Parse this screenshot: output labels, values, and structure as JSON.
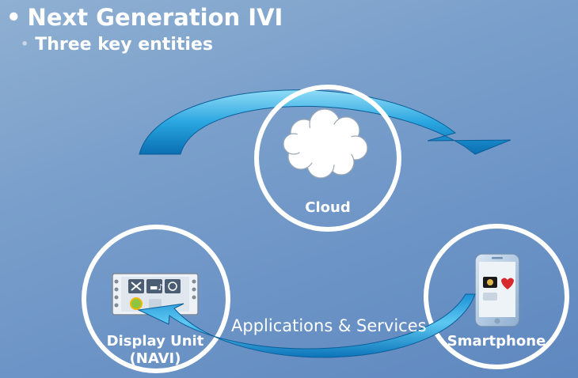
{
  "slide": {
    "title": "Next Generation IVI",
    "subtitle": "Three key entities",
    "bullet_glyph": "•"
  },
  "entities": {
    "cloud": {
      "label": "Cloud",
      "icon": "cloud-icon"
    },
    "display_unit": {
      "label_line1": "Display Unit",
      "label_line2": "(NAVI)",
      "icon": "navi-screen-icon"
    },
    "smartphone": {
      "label": "Smartphone",
      "icon": "smartphone-icon"
    }
  },
  "connector": {
    "label": "Applications & Services"
  },
  "colors": {
    "arrow_light": "#7fd3f5",
    "arrow_dark": "#0b7fc4",
    "ring": "#ffffff"
  }
}
